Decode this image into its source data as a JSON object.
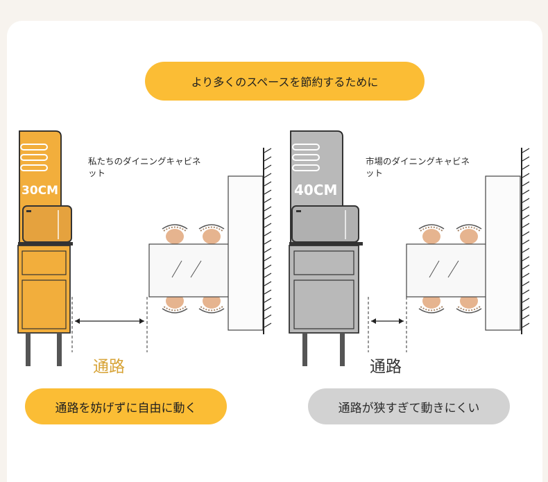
{
  "header": {
    "title": "より多くのスペースを節約するために"
  },
  "left": {
    "caption": "私たちのダイニングキャビネット",
    "size_label": "30CM",
    "aisle_label": "通路",
    "badge": "通路を妨げずに自由に動く",
    "color": "#f2ae3c"
  },
  "right": {
    "caption": "市場のダイニングキャビネット",
    "size_label": "40CM",
    "aisle_label": "通路",
    "badge": "通路が狭すぎて動きにくい",
    "color": "#b9b9b9"
  },
  "colors": {
    "accent": "#fbbd35",
    "neutral": "#d2d2d2"
  }
}
